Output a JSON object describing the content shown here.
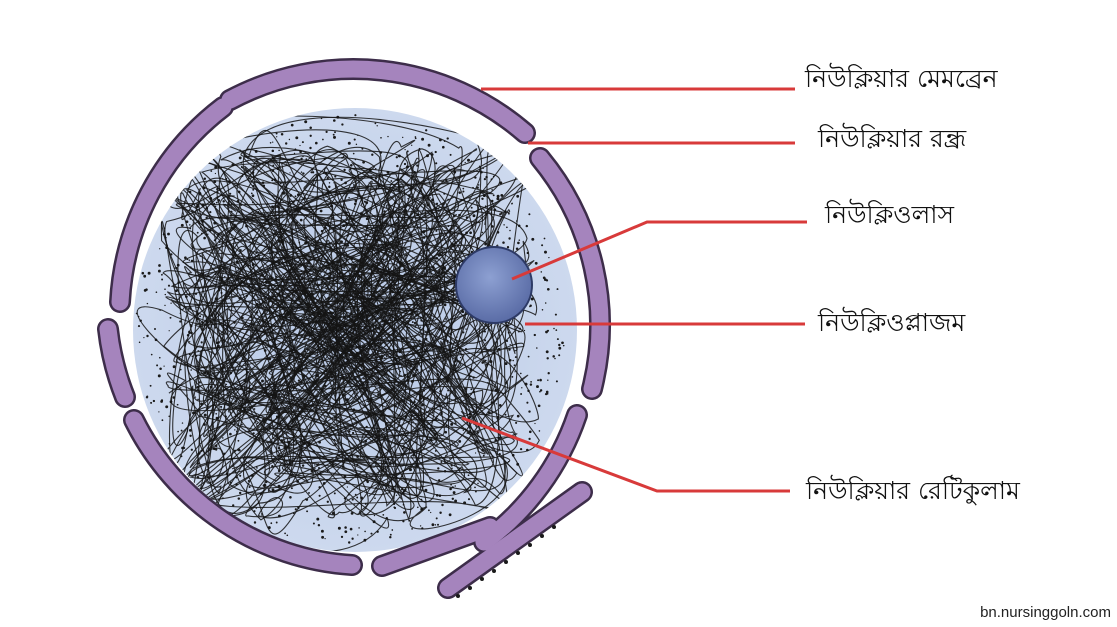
{
  "labels": {
    "nuclear_membrane": "নিউক্লিয়ার মেমব্রেন",
    "nuclear_pore": "নিউক্লিয়ার রন্ধ্র",
    "nucleolus": "নিউক্লিওলাস",
    "nucleoplasm": "নিউক্লিওপ্লাজম",
    "nuclear_reticulum": "নিউক্লিয়ার রেটিকুলাম"
  },
  "watermark": "bn.nursinggoln.com",
  "colors": {
    "membrane": "#a584bd",
    "membrane_outline": "#3d2d4a",
    "nucleoplasm": "#c5d3ea",
    "nucleolus": "#6c80b8",
    "leader_line": "#d83a3a",
    "chromatin": "#141414"
  }
}
